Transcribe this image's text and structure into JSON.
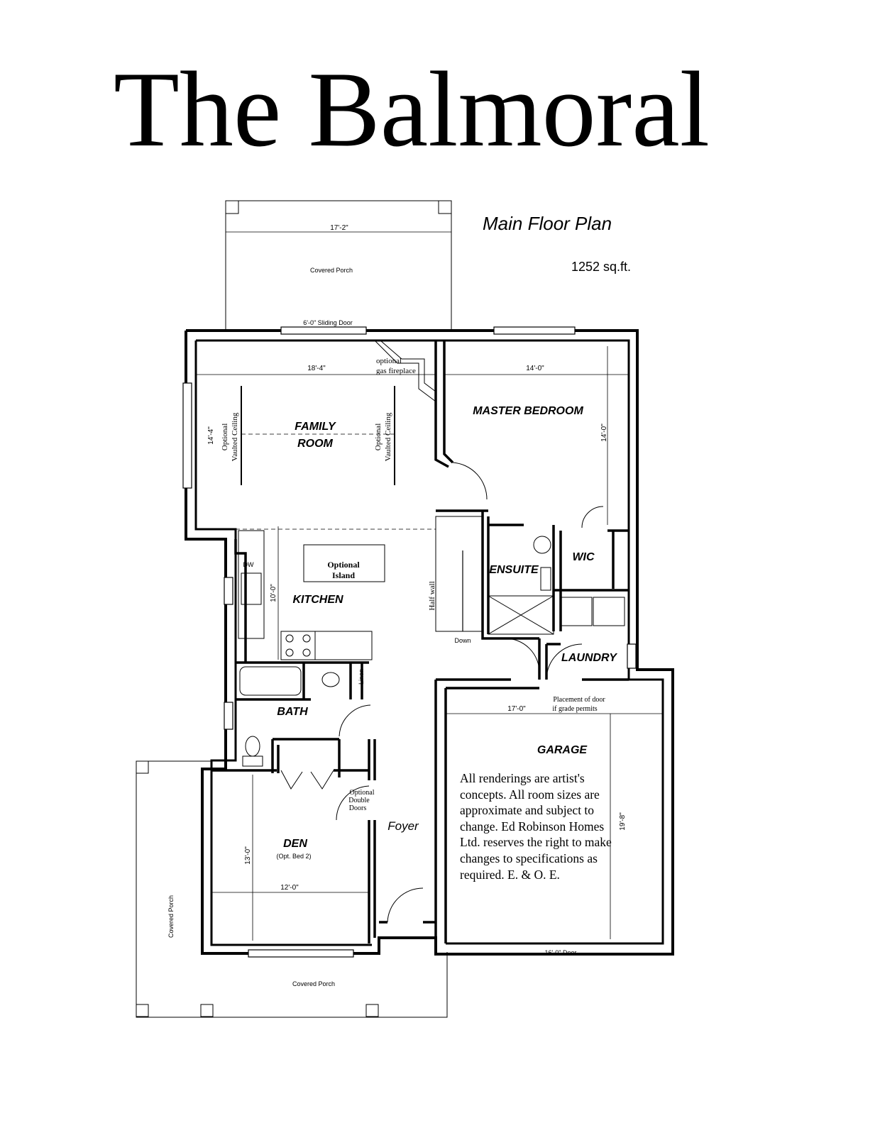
{
  "title": "The Balmoral",
  "plan": {
    "heading": "Main Floor Plan",
    "area": "1252 sq.ft."
  },
  "rooms": {
    "family_room": [
      "FAMILY",
      "ROOM"
    ],
    "master_bedroom": "MASTER BEDROOM",
    "kitchen": "KITCHEN",
    "ensuite": "ENSUITE",
    "wic": "WIC",
    "laundry": "LAUNDRY",
    "bath": "BATH",
    "garage": "GARAGE",
    "foyer": "Foyer",
    "den": "DEN",
    "den_note": "(Opt. Bed 2)"
  },
  "dimensions": {
    "porch_top": "17'-2\"",
    "family_room_width": "18'-4\"",
    "family_room_depth": "14'-4\"",
    "master_width": "14'-0\"",
    "master_depth": "14'-0\"",
    "kitchen_depth": "10'-0\"",
    "garage_width": "17'-0\"",
    "garage_depth": "19'-8\"",
    "den_width": "12'-0\"",
    "den_depth": "13'-0\""
  },
  "notes": {
    "covered_porch": "Covered Porch",
    "sliding_door": "6'-0\" Sliding Door",
    "fireplace": [
      "optional",
      "gas fireplace"
    ],
    "vaulted": [
      "Optional",
      "Vaulted Ceiling"
    ],
    "island": [
      "Optional",
      "Island"
    ],
    "dw": "DW",
    "half_wall": "Half wall",
    "down": "Down",
    "linen": "Linen",
    "laundry_door": [
      "Placement of door",
      "if grade permits"
    ],
    "double_doors": [
      "Optional",
      "Double",
      "Doors"
    ],
    "garage_door": "16'-0\" Door"
  },
  "disclaimer": "All renderings are artist's concepts.  All room sizes are approximate and subject to change.  Ed Robinson Homes Ltd. reserves the right to make changes to specifications as required.  E. & O. E."
}
